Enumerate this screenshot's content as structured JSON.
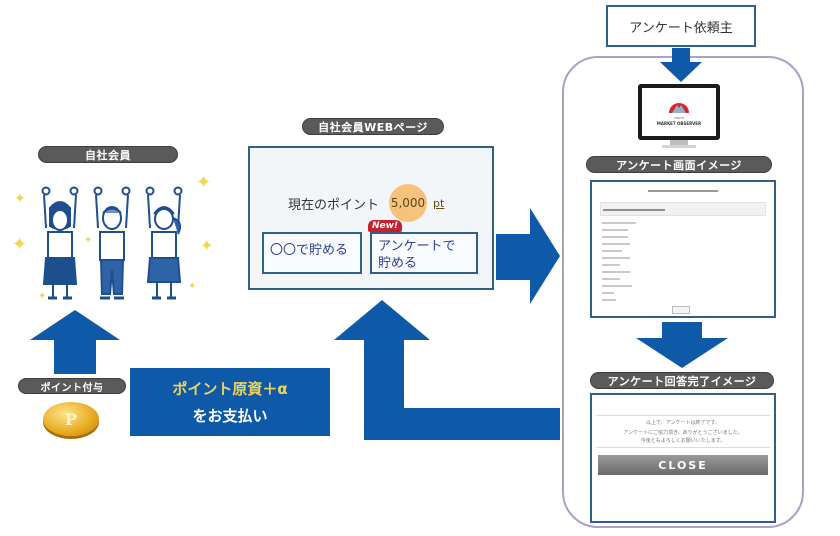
{
  "members": {
    "label": "自社会員"
  },
  "point_grant": {
    "label": "ポイント付与",
    "coin_letter": "P"
  },
  "payment": {
    "line1": "ポイント原資＋α",
    "line2": "をお支払い"
  },
  "web_page": {
    "label": "自社会員WEBページ",
    "current_points_label": "現在のポイント",
    "points_value": "5,000",
    "points_unit": "pt",
    "option_save_other": "〇〇で貯める",
    "option_save_survey_line1": "アンケートで",
    "option_save_survey_line2": "貯める",
    "new_badge": "New!"
  },
  "requester": {
    "label": "アンケート依頼主"
  },
  "monitor": {
    "logo_small": "TOKYO",
    "logo_text": "MARKET OBSERVER"
  },
  "survey_screen": {
    "label": "アンケート画面イメージ"
  },
  "completion_screen": {
    "label": "アンケート回答完了イメージ",
    "message_line1": "以上で、アンケートは終了です。",
    "message_line2": "アンケートにご協力頂き、ありがとうございました。",
    "message_line3": "今後ともよろしくお願いいたします。",
    "close_button": "CLOSE"
  },
  "colors": {
    "arrow_blue": "#0f5aa8",
    "pill_gray": "#5a5a5a",
    "box_border": "#2f5f8a",
    "points_circle": "#f7c27c",
    "new_badge_red": "#c8202f",
    "panel_border": "#a8a2c8",
    "payment_accent": "#f1d35b"
  }
}
